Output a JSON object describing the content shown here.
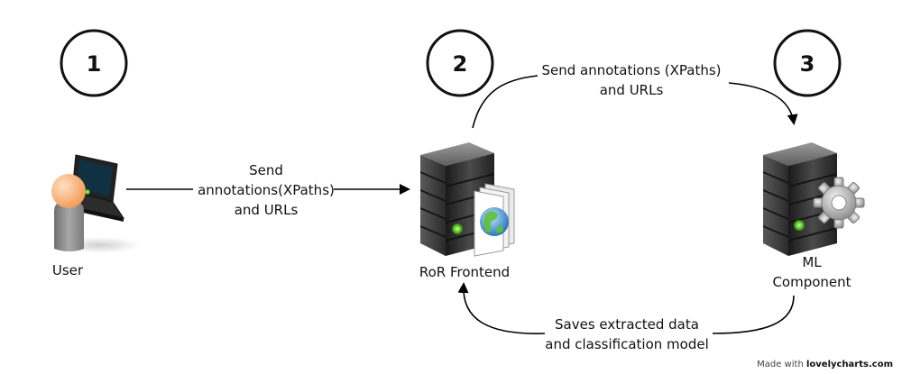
{
  "steps": [
    {
      "number": "1",
      "actor": "User"
    },
    {
      "number": "2",
      "actor": "RoR Frontend"
    },
    {
      "number": "3",
      "actor": "ML Component"
    }
  ],
  "edges": {
    "user_to_frontend": "Send annotations(XPaths) and URLs",
    "frontend_to_ml": "Send annotations (XPaths) and URLs",
    "ml_to_frontend": "Saves extracted data and classification model"
  },
  "labels": {
    "user": "User",
    "frontend": "RoR Frontend",
    "ml_line1": "ML",
    "ml_line2": "Component",
    "edge1_line1": "Send",
    "edge1_line2": "annotations(XPaths)",
    "edge1_line3": "and URLs",
    "edge2_line1": "Send annotations (XPaths)",
    "edge2_line2": "and URLs",
    "edge3_line1": "Saves extracted data",
    "edge3_line2": "and classification model"
  },
  "credit": {
    "prefix": "Made with",
    "brand": "lovelycharts.com"
  },
  "colors": {
    "circle_stroke": "#111111",
    "arrow": "#000000",
    "server_body": "#2e2e2e",
    "server_light": "#6bd13a",
    "person_head": "#f7b783",
    "person_body": "#8d8d8d",
    "globe": "#3a8fd0"
  }
}
